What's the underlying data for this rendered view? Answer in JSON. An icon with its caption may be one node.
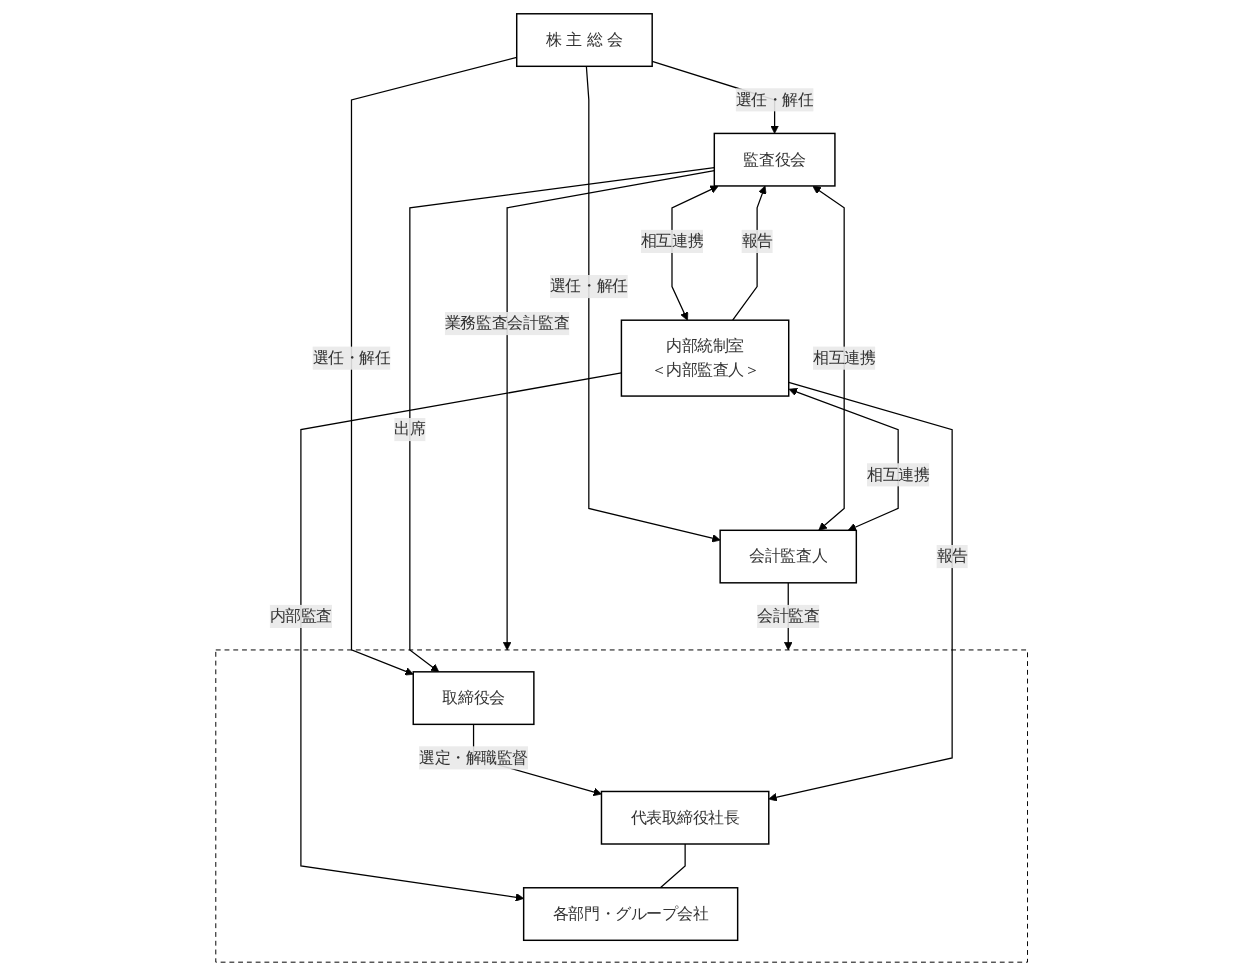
{
  "diagram": {
    "nodes": [
      {
        "text": [
          "株 主 総 会"
        ]
      },
      {
        "text": [],
        "shape": "box"
      },
      {
        "text": [
          "取締役会"
        ],
        "in": 1
      },
      {
        "text": [
          "代表取締役社長"
        ],
        "in": 1
      },
      {
        "text": [
          "各部門・グループ会社"
        ],
        "in": 1
      },
      {
        "text": [
          "監査役会"
        ]
      },
      {
        "text": [
          "内部統制室",
          "＜内部監査人＞"
        ]
      },
      {
        "text": [
          "会計監査人"
        ]
      }
    ],
    "edges": [
      {
        "from": 0,
        "to": 2,
        "arrow": "to",
        "label": "選任・解任"
      },
      {
        "from": 0,
        "to": 5,
        "arrow": "to",
        "label": "選任・解任"
      },
      {
        "from": 0,
        "to": 7,
        "arrow": "to",
        "label": "選任・解任"
      },
      {
        "from": 5,
        "to": 1,
        "arrow": "to",
        "label": "業務監査会計監査"
      },
      {
        "from": 5,
        "to": 2,
        "arrow": "to",
        "label": "出席"
      },
      {
        "from": 2,
        "to": 3,
        "arrow": "to",
        "label": "選定・解職監督"
      },
      {
        "from": 6,
        "to": 5,
        "arrow": "to",
        "label": "報告"
      },
      {
        "from": 5,
        "to": 6,
        "arrow": "both",
        "label": "相互連携"
      },
      {
        "from": 5,
        "to": 7,
        "arrow": "both",
        "label": "相互連携"
      },
      {
        "from": 6,
        "to": 3,
        "arrow": "to",
        "label": "報告"
      },
      {
        "from": 6,
        "to": 4,
        "arrow": "to",
        "label": "内部監査"
      },
      {
        "from": 3,
        "to": 4,
        "arrow": "none"
      },
      {
        "from": 6,
        "to": 7,
        "arrow": "both",
        "label": "相互連携"
      },
      {
        "from": 7,
        "to": 1,
        "arrow": "to",
        "label": "会計監査"
      }
    ]
  }
}
